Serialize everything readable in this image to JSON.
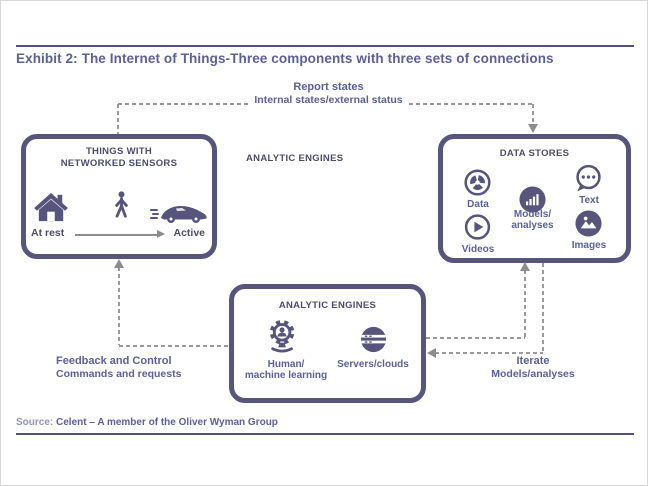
{
  "colors": {
    "ink": "#57547e",
    "heading_text": "#4e4c6b",
    "purple_text": "#5b609b",
    "dash_gray": "#9a9a9a",
    "arrow_gray": "#8d8d8d",
    "rule": "#51517b"
  },
  "header": {
    "title": "Exhibit 2: The Internet of Things-Three components with three sets of connections"
  },
  "connections": {
    "report": {
      "title": "Report states",
      "subtitle": "Internal states/external status"
    },
    "feedback": {
      "title": "Feedback and Control",
      "subtitle": "Commands and requests"
    },
    "iterate": {
      "title": "Iterate",
      "subtitle": "Models/analyses"
    }
  },
  "floating_label": "ANALYTIC ENGINES",
  "things_box": {
    "title_line1": "THINGS WITH",
    "title_line2": "NETWORKED SENSORS",
    "state_left": "At rest",
    "state_right": "Active",
    "icons": [
      "house-icon",
      "walking-person-icon",
      "sports-car-icon"
    ]
  },
  "data_stores_box": {
    "title": "DATA STORES",
    "items": [
      {
        "label": "Data",
        "icon": "pie-chart-icon"
      },
      {
        "label": "Text",
        "icon": "speech-bubble-icon"
      },
      {
        "label_line1": "Models/",
        "label_line2": "analyses",
        "icon": "bar-chart-icon"
      },
      {
        "label": "Videos",
        "icon": "play-video-icon"
      },
      {
        "label": "Images",
        "icon": "image-icon"
      }
    ]
  },
  "analytic_box": {
    "title": "ANALYTIC ENGINES",
    "items": [
      {
        "label_line1": "Human/",
        "label_line2": "machine learning",
        "icon": "gear-person-icon"
      },
      {
        "label": "Servers/clouds",
        "icon": "server-globe-icon"
      }
    ]
  },
  "footer": {
    "source_label": "Source:",
    "source_text": "Celent – A member of the Oliver Wyman Group"
  }
}
